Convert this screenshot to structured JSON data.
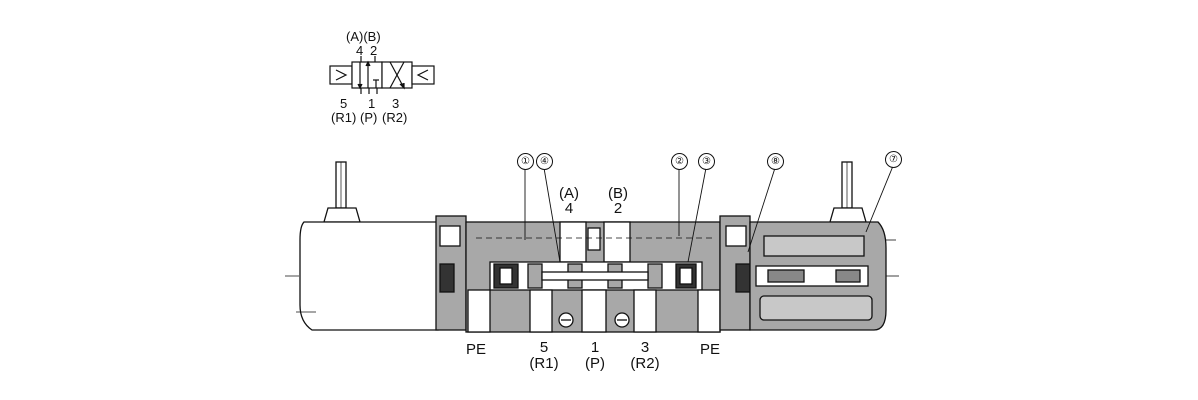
{
  "symbol": {
    "top_ports": [
      "(A)(B)",
      "4",
      "2"
    ],
    "bottom_ports": [
      {
        "num": "5",
        "name": "(R1)"
      },
      {
        "num": "1",
        "name": "(P)"
      },
      {
        "num": "3",
        "name": "(R2)"
      }
    ]
  },
  "section": {
    "top_ports": [
      {
        "name": "(A)",
        "num": "4"
      },
      {
        "name": "(B)",
        "num": "2"
      }
    ],
    "bottom_ports": [
      {
        "num": "5",
        "name": "(R1)"
      },
      {
        "num": "1",
        "name": "(P)"
      },
      {
        "num": "3",
        "name": "(R2)"
      }
    ],
    "pe_left": "PE",
    "pe_right": "PE",
    "callouts": [
      "①",
      "④",
      "②",
      "③",
      "⑧",
      "⑦"
    ]
  },
  "colors": {
    "body_fill": "#a8a8a8",
    "outline": "#111111",
    "background": "#ffffff"
  }
}
